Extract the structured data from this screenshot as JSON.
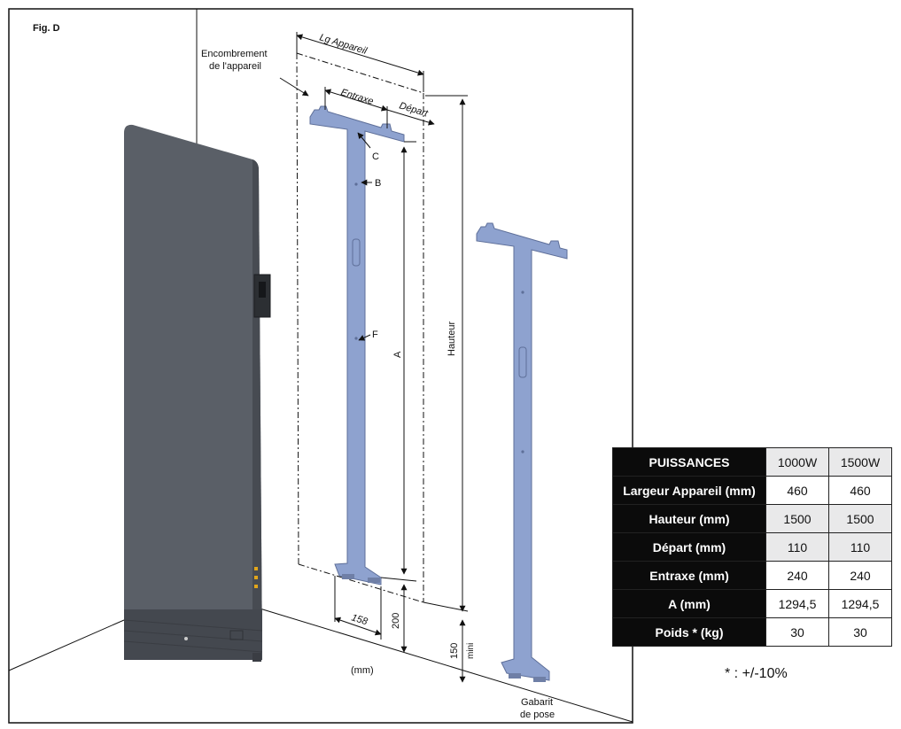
{
  "figure": {
    "title": "Fig. D",
    "unit_label": "(mm)",
    "labels": {
      "encombrement": "Encombrement",
      "encombrement_2": "de l'appareil",
      "lg_appareil": "Lg  Appareil",
      "entraxe": "Entraxe",
      "depart": "Départ",
      "hauteur": "Hauteur",
      "a": "A",
      "b": "B",
      "c": "C",
      "f": "F",
      "dim_158": "158",
      "dim_200": "200",
      "dim_150": "150",
      "mini": "mini",
      "gabarit": "Gabarit",
      "de_pose": "de pose"
    },
    "colors": {
      "radiator": "#5a5f67",
      "bracket": "#8ea2cf",
      "bracket_edge": "#5e6f99",
      "accent": "#e2a61b"
    }
  },
  "table": {
    "header": {
      "label": "PUISSANCES",
      "values": [
        "1000W",
        "1500W"
      ]
    },
    "rows": [
      {
        "label": "Largeur Appareil (mm)",
        "values": [
          "460",
          "460"
        ]
      },
      {
        "label": "Hauteur (mm)",
        "values": [
          "1500",
          "1500"
        ]
      },
      {
        "label": "Départ (mm)",
        "values": [
          "110",
          "110"
        ]
      },
      {
        "label": "Entraxe (mm)",
        "values": [
          "240",
          "240"
        ]
      },
      {
        "label": "A (mm)",
        "values": [
          "1294,5",
          "1294,5"
        ]
      },
      {
        "label": "Poids * (kg)",
        "values": [
          "30",
          "30"
        ]
      }
    ],
    "note": "* : +/-10%"
  }
}
